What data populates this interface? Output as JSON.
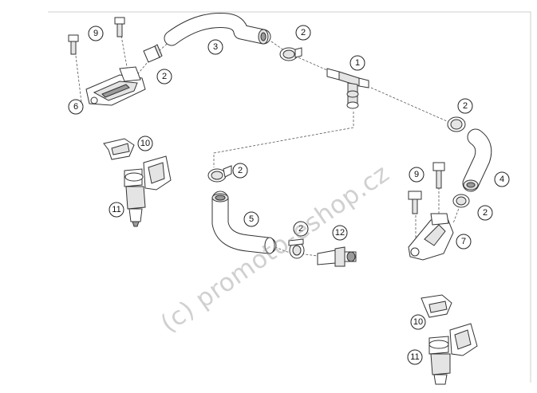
{
  "watermark": "(c) promoto-eshop.cz",
  "callouts": [
    {
      "id": "c9a",
      "label": "9"
    },
    {
      "id": "c6",
      "label": "6"
    },
    {
      "id": "c2a",
      "label": "2"
    },
    {
      "id": "c3",
      "label": "3"
    },
    {
      "id": "c2b",
      "label": "2"
    },
    {
      "id": "c1",
      "label": "1"
    },
    {
      "id": "c2c",
      "label": "2"
    },
    {
      "id": "c4",
      "label": "4"
    },
    {
      "id": "c2d",
      "label": "2"
    },
    {
      "id": "c9b",
      "label": "9"
    },
    {
      "id": "c7",
      "label": "7"
    },
    {
      "id": "c2e",
      "label": "2"
    },
    {
      "id": "c5",
      "label": "5"
    },
    {
      "id": "c2f",
      "label": "2"
    },
    {
      "id": "c12",
      "label": "12"
    },
    {
      "id": "c10a",
      "label": "10"
    },
    {
      "id": "c11a",
      "label": "11"
    },
    {
      "id": "c10b",
      "label": "10"
    },
    {
      "id": "c11b",
      "label": "11"
    }
  ],
  "colors": {
    "line": "#333333",
    "hose_fill": "#ffffff",
    "watermark": "#969696"
  }
}
